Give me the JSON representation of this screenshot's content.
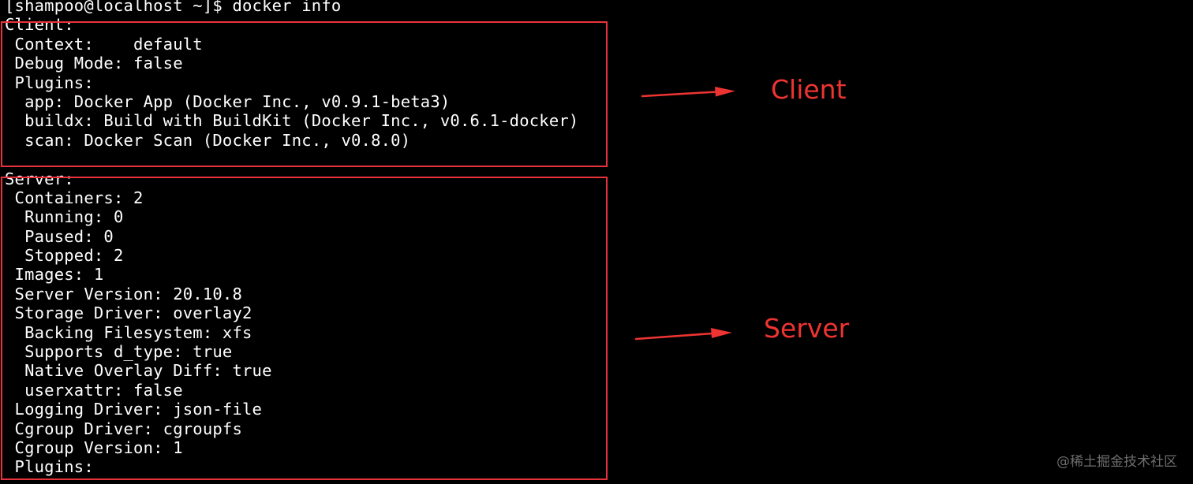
{
  "terminal": {
    "lines": [
      {
        "indent": "",
        "text": "[shampoo@localhost ~]$ docker info"
      },
      {
        "indent": "",
        "text": "Client:"
      },
      {
        "indent": " ",
        "text": "Context:    default"
      },
      {
        "indent": " ",
        "text": "Debug Mode: false"
      },
      {
        "indent": " ",
        "text": "Plugins:"
      },
      {
        "indent": "  ",
        "text": "app: Docker App (Docker Inc., v0.9.1-beta3)"
      },
      {
        "indent": "  ",
        "text": "buildx: Build with BuildKit (Docker Inc., v0.6.1-docker)"
      },
      {
        "indent": "  ",
        "text": "scan: Docker Scan (Docker Inc., v0.8.0)"
      },
      {
        "indent": "",
        "text": ""
      },
      {
        "indent": "",
        "text": "Server:"
      },
      {
        "indent": " ",
        "text": "Containers: 2"
      },
      {
        "indent": "  ",
        "text": "Running: 0"
      },
      {
        "indent": "  ",
        "text": "Paused: 0"
      },
      {
        "indent": "  ",
        "text": "Stopped: 2"
      },
      {
        "indent": " ",
        "text": "Images: 1"
      },
      {
        "indent": " ",
        "text": "Server Version: 20.10.8"
      },
      {
        "indent": " ",
        "text": "Storage Driver: overlay2"
      },
      {
        "indent": "  ",
        "text": "Backing Filesystem: xfs"
      },
      {
        "indent": "  ",
        "text": "Supports d_type: true"
      },
      {
        "indent": "  ",
        "text": "Native Overlay Diff: true"
      },
      {
        "indent": "  ",
        "text": "userxattr: false"
      },
      {
        "indent": " ",
        "text": "Logging Driver: json-file"
      },
      {
        "indent": " ",
        "text": "Cgroup Driver: cgroupfs"
      },
      {
        "indent": " ",
        "text": "Cgroup Version: 1"
      },
      {
        "indent": " ",
        "text": "Plugins:"
      }
    ]
  },
  "annotations": {
    "client_label": "Client",
    "server_label": "Server",
    "color": "#ee3432"
  },
  "watermark": "@稀土掘金技术社区"
}
